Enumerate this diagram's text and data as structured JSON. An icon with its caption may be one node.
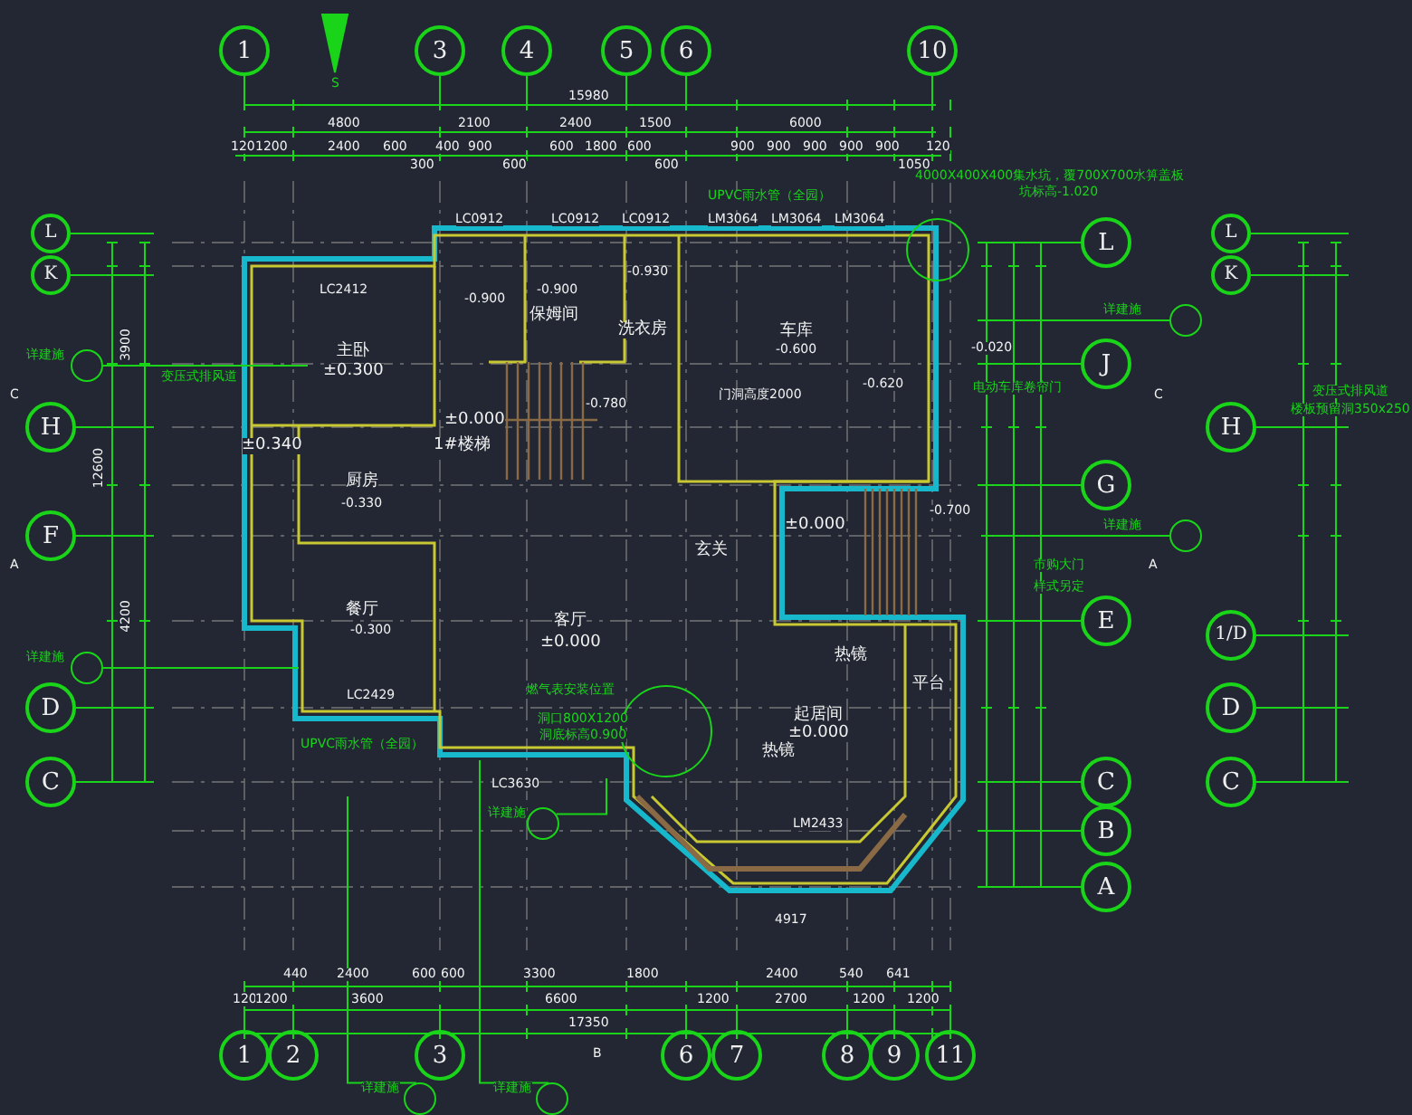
{
  "diagram": {
    "nodes": [
      {
        "text": [
          "1"
        ]
      },
      {
        "text": [
          "3"
        ]
      },
      {
        "text": [
          "4"
        ]
      },
      {
        "text": [
          "5"
        ]
      },
      {
        "text": [
          "6"
        ]
      },
      {
        "text": [
          "10"
        ]
      },
      {
        "text": [
          "L"
        ]
      },
      {
        "text": [
          "K"
        ]
      },
      {
        "text": [
          "H"
        ]
      },
      {
        "text": [
          "F"
        ]
      },
      {
        "text": [
          "D"
        ]
      },
      {
        "text": [
          "C"
        ]
      },
      {
        "text": [
          "L"
        ]
      },
      {
        "text": [
          "J"
        ]
      },
      {
        "text": [
          "G"
        ]
      },
      {
        "text": [
          "E"
        ]
      },
      {
        "text": [
          "C"
        ]
      },
      {
        "text": [
          "B"
        ]
      },
      {
        "text": [
          "A"
        ]
      },
      {
        "text": [
          "L"
        ]
      },
      {
        "text": [
          "K"
        ]
      },
      {
        "text": [
          "H"
        ]
      },
      {
        "text": [
          "1/D"
        ]
      },
      {
        "text": [
          "D"
        ]
      },
      {
        "text": [
          "C"
        ]
      },
      {
        "text": [
          "1"
        ]
      },
      {
        "text": [
          "2"
        ]
      },
      {
        "text": [
          "3"
        ]
      },
      {
        "text": [
          "6"
        ]
      },
      {
        "text": [
          "7"
        ]
      },
      {
        "text": [
          "8"
        ]
      },
      {
        "text": [
          "9"
        ]
      },
      {
        "text": [
          "11"
        ]
      },
      {
        "text": [],
        "shape": "circle"
      },
      {
        "text": [],
        "shape": "circle"
      },
      {
        "text": [],
        "shape": "circle"
      },
      {
        "text": [],
        "shape": "circle"
      },
      {
        "text": [],
        "shape": "circle"
      },
      {
        "text": [],
        "shape": "circle"
      },
      {
        "text": [],
        "shape": "circle"
      }
    ],
    "edges": [
      {
        "from": 33,
        "to": null,
        "arrow": "none"
      },
      {
        "from": 34,
        "to": null,
        "arrow": "none"
      },
      {
        "from": 35,
        "to": null,
        "arrow": "none"
      },
      {
        "from": 36,
        "to": null,
        "arrow": "none"
      },
      {
        "from": 37,
        "to": null,
        "arrow": "none"
      },
      {
        "from": 38,
        "to": null,
        "arrow": "none"
      },
      {
        "from": 39,
        "to": null,
        "arrow": "none"
      }
    ],
    "labels": [
      "S",
      "15980",
      "4800",
      "2100",
      "2400",
      "1500",
      "6000",
      "120",
      "1200",
      "2400",
      "600",
      "300",
      "400",
      "900",
      "600",
      "600",
      "1800",
      "600",
      "600",
      "900",
      "900",
      "900",
      "900",
      "900",
      "1050",
      "120",
      "主卧",
      "保姆间",
      "洗衣房",
      "车库",
      "门洞高度2000",
      "厨房",
      "1#楼梯",
      "餐厅",
      "客厅",
      "玄关",
      "起居间",
      "平台",
      "电动车库卷帘门",
      "市购大门",
      "样式另定",
      "变压式排风道",
      "变压式排风道",
      "楼板预留洞350x250",
      "±0.300",
      "-0.900",
      "-0.900",
      "-0.930",
      "-0.600",
      "-0.620",
      "±0.000",
      "-0.780",
      "-0.330",
      "±0.340",
      "-0.300",
      "±0.000",
      "±0.000",
      "±0.000",
      "-0.700",
      "-0.020",
      "LC2412",
      "LC0912",
      "LC0912",
      "LC0912",
      "LM3064",
      "LM3064",
      "LM3064",
      "LC2429",
      "LC3630",
      "LM2433",
      "UPVC雨水管（全园）",
      "UPVC雨水管（全园）",
      "4000X400X400集水坑，覆700X700水箅盖板",
      "坑标高-1.020",
      "燃气表安装位置",
      "洞口800X1200",
      "洞底标高0.900",
      "热镜",
      "热镜",
      "120",
      "1200",
      "3600",
      "6600",
      "1200",
      "2700",
      "1200",
      "1200",
      "440",
      "2400",
      "600",
      "600",
      "3300",
      "1800",
      "2400",
      "540",
      "641",
      "17350",
      "4917",
      "C",
      "C",
      "A",
      "A",
      "B",
      "3900",
      "12600",
      "4200",
      "详建施",
      "详建施",
      "详建施",
      "详建施",
      "详建施",
      "详建施",
      "详建施"
    ]
  }
}
